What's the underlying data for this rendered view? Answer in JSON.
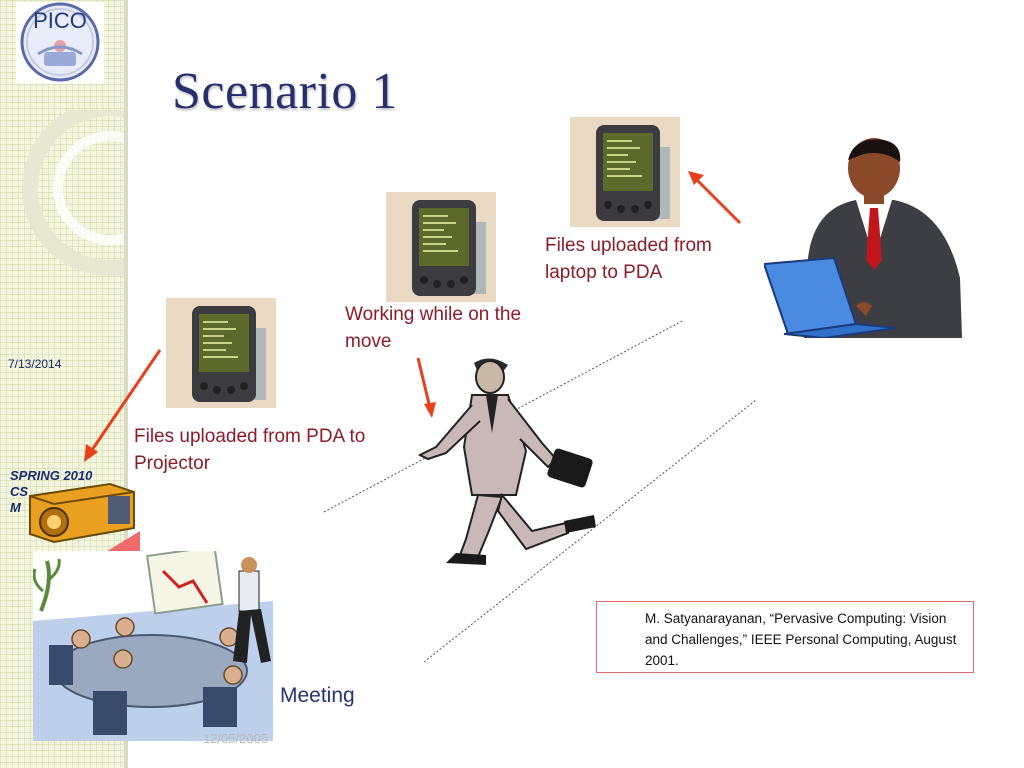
{
  "slide": {
    "title": "Scenario 1",
    "logo_text": "PICO",
    "side_date": "7/13/2014",
    "side_course": "SPRING 2010\nCS\nM",
    "footer_date": "12/05/2005"
  },
  "captions": {
    "laptop_to_pda": "Files uploaded from laptop to PDA",
    "working_on_move": "Working while on the move",
    "pda_to_projector": "Files uploaded from PDA to Projector",
    "meeting": "Meeting"
  },
  "reference": {
    "text": "M. Satyanarayanan, “Pervasive Computing: Vision and Challenges,” IEEE Personal Computing, August 2001."
  },
  "colors": {
    "title": "#27306f",
    "caption": "#8a1c2c",
    "arrow": "#e8401c",
    "accent_box": "#e06a6a"
  },
  "icons": [
    "pico-logo-icon",
    "pda-icon",
    "businessman-laptop-icon",
    "walking-man-icon",
    "projector-icon",
    "meeting-icon",
    "arrow-icon"
  ]
}
